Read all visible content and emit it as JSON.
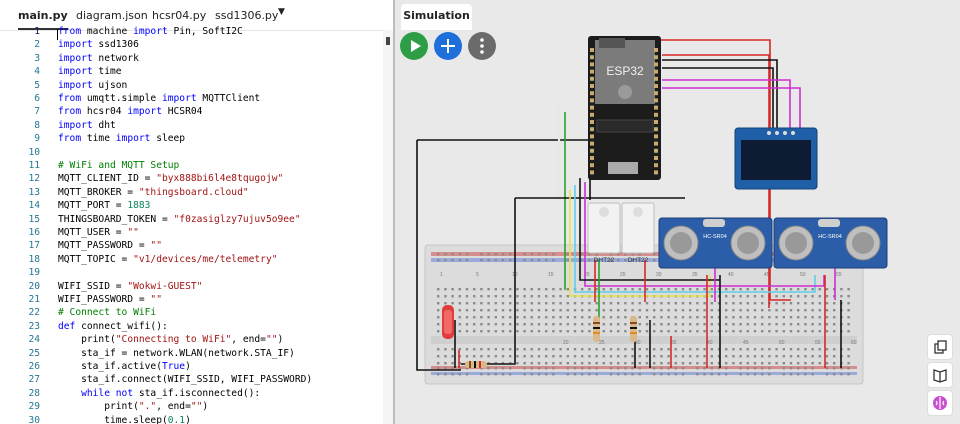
{
  "editor": {
    "tabs": [
      {
        "label": "main.py",
        "active": true
      },
      {
        "label": "diagram.json",
        "active": false
      },
      {
        "label": "hcsr04.py",
        "active": false
      },
      {
        "label": "ssd1306.py",
        "active": false
      }
    ],
    "more_icon": "caret-down-icon",
    "current_line": 1,
    "lines": [
      {
        "n": "1",
        "tokens": [
          {
            "t": "from",
            "c": "kw"
          },
          {
            "t": " machine "
          },
          {
            "t": "import",
            "c": "kw"
          },
          {
            "t": " Pin, SoftI2C"
          }
        ]
      },
      {
        "n": "2",
        "tokens": [
          {
            "t": "import",
            "c": "kw"
          },
          {
            "t": " ssd1306"
          }
        ]
      },
      {
        "n": "3",
        "tokens": [
          {
            "t": "import",
            "c": "kw"
          },
          {
            "t": " network"
          }
        ]
      },
      {
        "n": "4",
        "tokens": [
          {
            "t": "import",
            "c": "kw"
          },
          {
            "t": " time"
          }
        ]
      },
      {
        "n": "5",
        "tokens": [
          {
            "t": "import",
            "c": "kw"
          },
          {
            "t": " ujson"
          }
        ]
      },
      {
        "n": "6",
        "tokens": [
          {
            "t": "from",
            "c": "kw"
          },
          {
            "t": " umqtt.simple "
          },
          {
            "t": "import",
            "c": "kw"
          },
          {
            "t": " MQTTClient"
          }
        ]
      },
      {
        "n": "7",
        "tokens": [
          {
            "t": "from",
            "c": "kw"
          },
          {
            "t": " hcsr04 "
          },
          {
            "t": "import",
            "c": "kw"
          },
          {
            "t": " HCSR04"
          }
        ]
      },
      {
        "n": "8",
        "tokens": [
          {
            "t": "import",
            "c": "kw"
          },
          {
            "t": " dht"
          }
        ]
      },
      {
        "n": "9",
        "tokens": [
          {
            "t": "from",
            "c": "kw"
          },
          {
            "t": " time "
          },
          {
            "t": "import",
            "c": "kw"
          },
          {
            "t": " sleep"
          }
        ]
      },
      {
        "n": "10",
        "tokens": []
      },
      {
        "n": "11",
        "tokens": [
          {
            "t": "# WiFi and MQTT Setup",
            "c": "cm"
          }
        ]
      },
      {
        "n": "12",
        "tokens": [
          {
            "t": "MQTT_CLIENT_ID = "
          },
          {
            "t": "\"byx888bi6l4e8tqugojw\"",
            "c": "str"
          }
        ]
      },
      {
        "n": "13",
        "tokens": [
          {
            "t": "MQTT_BROKER = "
          },
          {
            "t": "\"thingsboard.cloud\"",
            "c": "str"
          }
        ]
      },
      {
        "n": "14",
        "tokens": [
          {
            "t": "MQTT_PORT = "
          },
          {
            "t": "1883",
            "c": "num"
          }
        ]
      },
      {
        "n": "15",
        "tokens": [
          {
            "t": "THINGSBOARD_TOKEN = "
          },
          {
            "t": "\"f0zasiglzy7ujuv5o9ee\"",
            "c": "str"
          }
        ]
      },
      {
        "n": "16",
        "tokens": [
          {
            "t": "MQTT_USER = "
          },
          {
            "t": "\"\"",
            "c": "str"
          }
        ]
      },
      {
        "n": "17",
        "tokens": [
          {
            "t": "MQTT_PASSWORD = "
          },
          {
            "t": "\"\"",
            "c": "str"
          }
        ]
      },
      {
        "n": "18",
        "tokens": [
          {
            "t": "MQTT_TOPIC = "
          },
          {
            "t": "\"v1/devices/me/telemetry\"",
            "c": "str"
          }
        ]
      },
      {
        "n": "19",
        "tokens": []
      },
      {
        "n": "20",
        "tokens": [
          {
            "t": "WIFI_SSID = "
          },
          {
            "t": "\"Wokwi-GUEST\"",
            "c": "str"
          }
        ]
      },
      {
        "n": "21",
        "tokens": [
          {
            "t": "WIFI_PASSWORD = "
          },
          {
            "t": "\"\"",
            "c": "str"
          }
        ]
      },
      {
        "n": "22",
        "tokens": [
          {
            "t": "# Connect to WiFi",
            "c": "cm"
          }
        ]
      },
      {
        "n": "23",
        "tokens": [
          {
            "t": "def",
            "c": "kw"
          },
          {
            "t": " connect_wifi():"
          }
        ]
      },
      {
        "n": "24",
        "tokens": [
          {
            "t": "    print("
          },
          {
            "t": "\"Connecting to WiFi\"",
            "c": "str"
          },
          {
            "t": ", end="
          },
          {
            "t": "\"\"",
            "c": "str"
          },
          {
            "t": ")"
          }
        ]
      },
      {
        "n": "25",
        "tokens": [
          {
            "t": "    sta_if = network.WLAN(network.STA_IF)"
          }
        ]
      },
      {
        "n": "26",
        "tokens": [
          {
            "t": "    sta_if.active("
          },
          {
            "t": "True",
            "c": "kw"
          },
          {
            "t": ")"
          }
        ]
      },
      {
        "n": "27",
        "tokens": [
          {
            "t": "    sta_if.connect(WIFI_SSID, WIFI_PASSWORD)"
          }
        ]
      },
      {
        "n": "28",
        "tokens": [
          {
            "t": "    "
          },
          {
            "t": "while",
            "c": "kw"
          },
          {
            "t": " "
          },
          {
            "t": "not",
            "c": "kw"
          },
          {
            "t": " sta_if.isconnected():"
          }
        ]
      },
      {
        "n": "29",
        "tokens": [
          {
            "t": "        print("
          },
          {
            "t": "\".\"",
            "c": "str"
          },
          {
            "t": ", end="
          },
          {
            "t": "\"\"",
            "c": "str"
          },
          {
            "t": ")"
          }
        ]
      },
      {
        "n": "30",
        "tokens": [
          {
            "t": "        time.sleep("
          },
          {
            "t": "0.1",
            "c": "num"
          },
          {
            "t": ")"
          }
        ]
      }
    ]
  },
  "simulation": {
    "tab_label": "Simulation",
    "buttons": {
      "play": "play-icon",
      "add": "plus-icon",
      "menu": "more-vertical-icon"
    },
    "side_buttons": [
      "copy-icon",
      "book-icon",
      "brain-icon"
    ],
    "components": {
      "mcu_label": "ESP32",
      "dht_label": "DHT22",
      "dht_label_2": "DHT22",
      "sonar_label": "HC-SR04",
      "sonar_label_2": "HC-SR04",
      "breadboard_numbers_top": [
        "1",
        "5",
        "10",
        "15",
        "20",
        "25",
        "30",
        "35",
        "40",
        "45",
        "50",
        "55"
      ],
      "breadboard_numbers_mid": [
        "20",
        "25",
        "30",
        "35",
        "40",
        "45",
        "50",
        "55",
        "60"
      ]
    },
    "colors": {
      "play": "#2e9e46",
      "add": "#1e6fd9",
      "menu": "#6b6b6b"
    }
  }
}
